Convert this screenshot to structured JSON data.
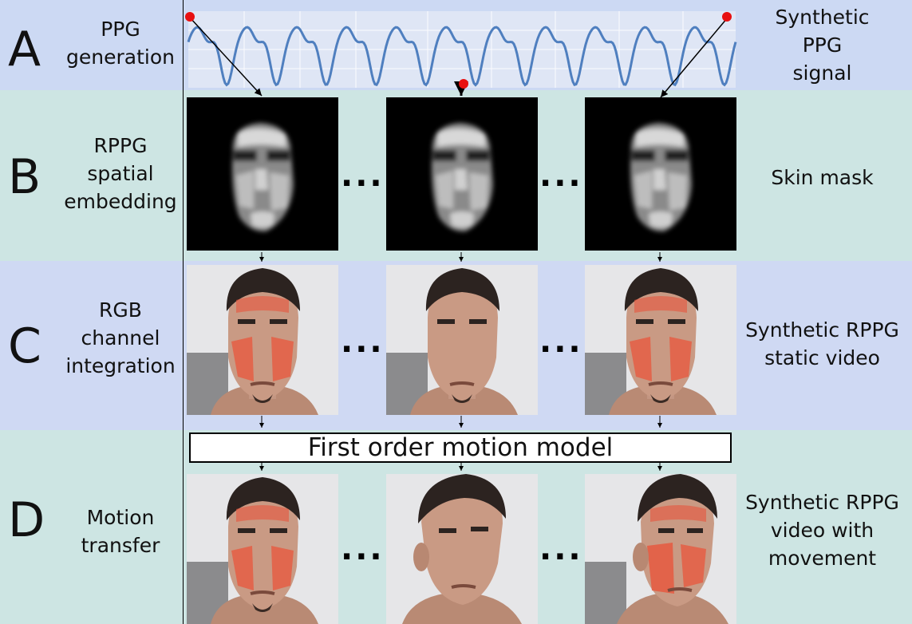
{
  "rows": [
    {
      "letter": "A",
      "left_label": [
        "PPG",
        "generation"
      ],
      "right_label": [
        "Synthetic",
        "PPG",
        "signal"
      ]
    },
    {
      "letter": "B",
      "left_label": [
        "RPPG",
        "spatial",
        "embedding"
      ],
      "right_label": [
        "Skin mask"
      ]
    },
    {
      "letter": "C",
      "left_label": [
        "RGB",
        "channel",
        "integration"
      ],
      "right_label": [
        "Synthetic RPPG",
        "static video"
      ]
    },
    {
      "letter": "D",
      "left_label": [
        "Motion",
        "transfer"
      ],
      "right_label": [
        "Synthetic RPPG",
        "video with",
        "movement"
      ]
    }
  ],
  "motion_model_label": "First order motion model",
  "ellipsis": "...",
  "colors": {
    "row_a_bg": "#ccd9f3",
    "row_b_bg": "#cde5e3",
    "row_c_bg": "#cfd9f3",
    "row_d_bg": "#cde5e3",
    "signal_line": "#4f7fbf",
    "marker": "#e81010",
    "skin_overlay": "#e8553c"
  }
}
